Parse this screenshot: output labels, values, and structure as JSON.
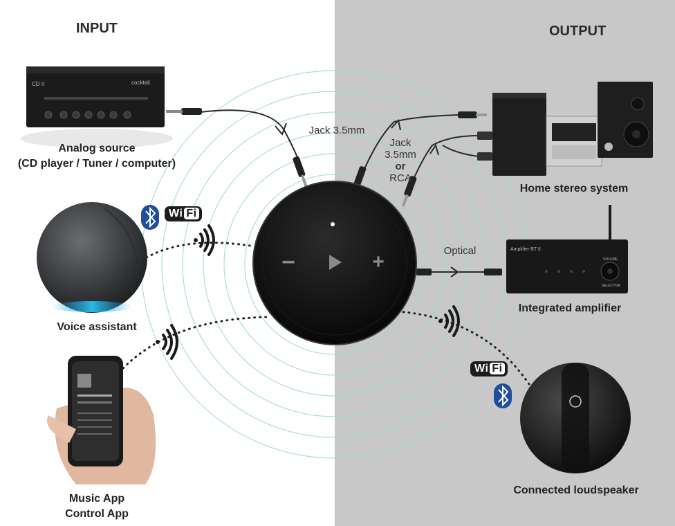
{
  "headers": {
    "input": "INPUT",
    "output": "OUTPUT"
  },
  "devices": {
    "analog_source": {
      "label_line1": "Analog source",
      "label_line2": "(CD player / Tuner / computer)",
      "brand": "cocktail",
      "model": "CD II"
    },
    "voice_assistant": {
      "label": "Voice assistant"
    },
    "music_app": {
      "label_line1": "Music App",
      "label_line2": "Control App"
    },
    "home_stereo": {
      "label": "Home stereo system"
    },
    "integrated_amp": {
      "label": "Integrated amplifier",
      "model": "Amplifier BT II",
      "knob_label": "VOLUME",
      "selector_label": "SELECTOR"
    },
    "loudspeaker": {
      "label": "Connected loudspeaker"
    }
  },
  "cables": {
    "jack_in": "Jack 3.5mm",
    "jack_out_line1": "Jack",
    "jack_out_line2": "3.5mm",
    "jack_out_line3": "or",
    "jack_out_line4": "RCA",
    "optical": "Optical"
  },
  "badges": {
    "wifi_wi": "Wi",
    "wifi_fi": "Fi"
  },
  "hub": {
    "minus": "−",
    "plus": "+"
  },
  "icons": [
    "bluetooth-icon",
    "wifi-icon",
    "signal-waves-icon",
    "play-icon"
  ],
  "colors": {
    "output_bg": "#c8c8c8",
    "bluetooth_blue": "#1f4e9c",
    "ring_teal": "#9fd6d6",
    "echo_glow": "#2ab7e6"
  }
}
